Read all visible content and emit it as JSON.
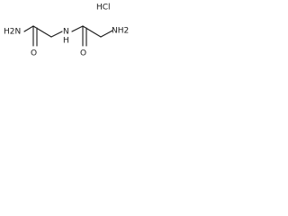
{
  "structure": {
    "salt_label": "HCl",
    "atoms": {
      "terminal_amide_n": "H2N",
      "terminal_amide_o": "O",
      "central_nh": "N",
      "central_h": "H",
      "right_carbonyl_o": "O",
      "amine_n": "NH2"
    }
  }
}
